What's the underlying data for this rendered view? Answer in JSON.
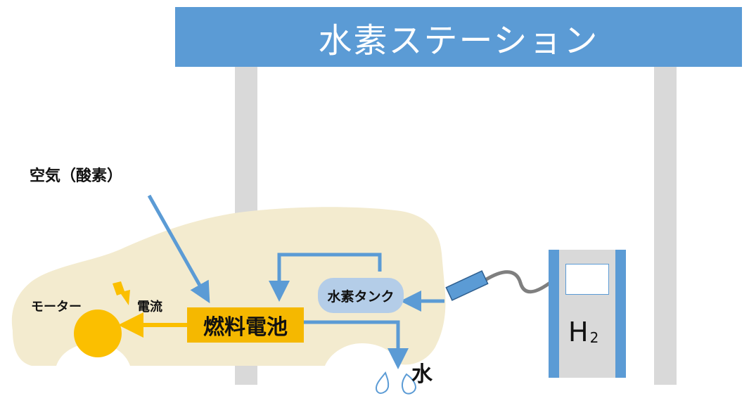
{
  "station": {
    "title": "水素ステーション"
  },
  "labels": {
    "air": "空気（酸素）",
    "motor": "モーター",
    "current": "電流",
    "fuel_cell": "燃料電池",
    "hydrogen_tank": "水素タンク",
    "water": "水"
  },
  "dispenser": {
    "symbol": "H",
    "subscript": "2"
  },
  "colors": {
    "banner": "#5b9bd5",
    "arrow": "#5b9bd5",
    "car_body": "#f3ebcf",
    "fuel_cell": "#f5b800",
    "tank": "#b4cde8",
    "motor": "#fbbf00",
    "pillar": "#d9d9d9"
  }
}
